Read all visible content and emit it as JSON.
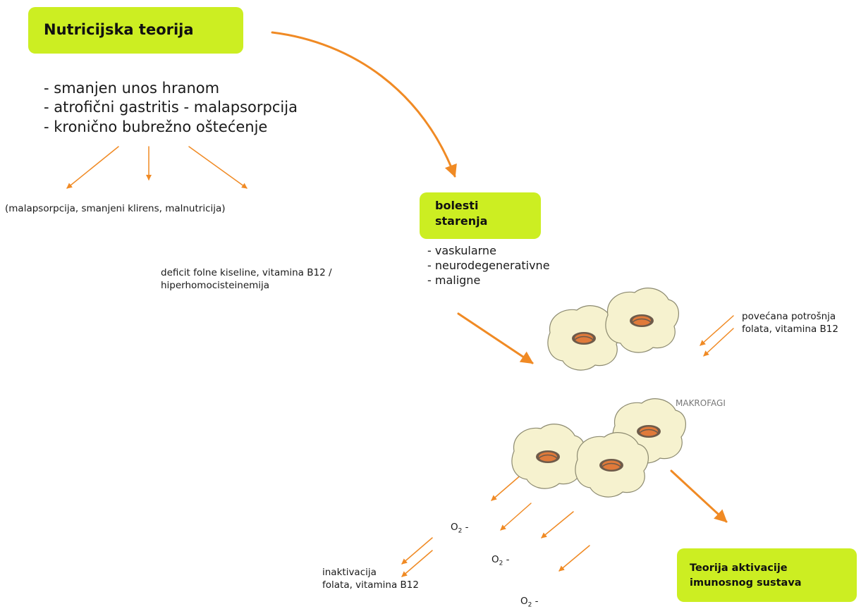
{
  "theory_nutrition": {
    "title": "Nutricijska teorija",
    "causes": [
      "- smanjen unos hranom",
      "- atrofični gastritis - malapsorpcija",
      "- kronično bubrežno oštećenje"
    ],
    "effects": "(malapsorpcija, smanjeni klirens, malnutricija)",
    "deficit_line1": "deficit folne kiseline, vitamina B12 /",
    "deficit_line2": "hiperhomocisteinemija"
  },
  "aging_diseases": {
    "title_line1": "bolesti",
    "title_line2": "starenja",
    "items": [
      "- vaskularne",
      "- neurodegenerativne",
      "- maligne"
    ]
  },
  "consumption": {
    "line1": "povećana potrošnja",
    "line2": "folata, vitamina B12"
  },
  "macrophages_label": "MAKROFAGI",
  "superoxide": {
    "base": "O",
    "subscript": "2",
    "suffix": " -"
  },
  "inactivation": {
    "line1": "inaktivacija",
    "line2": "folata, vitamina B12"
  },
  "theory_immune": {
    "line1": "Teorija aktivacije",
    "line2": "imunosnog sustava"
  },
  "colors": {
    "box": "#ccee22",
    "arrow": "#f08a24",
    "cell_fill": "#f6f2cf",
    "nucleus": "#e07a3a"
  },
  "icons": [
    "macrophage-cell-icon",
    "arrow-icon"
  ]
}
